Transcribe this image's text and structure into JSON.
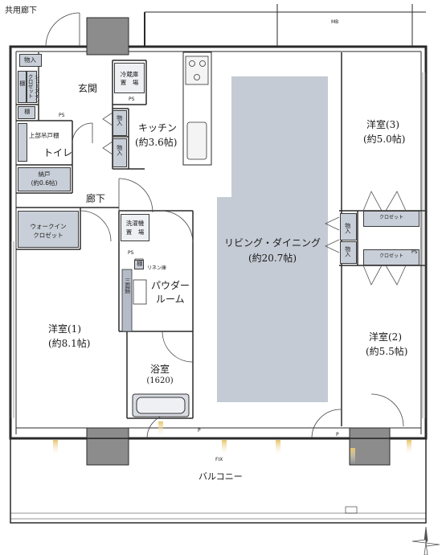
{
  "labels": {
    "corridor_common": "共用廊下",
    "mb": "MB",
    "genkan": "玄関",
    "kitchen": "キッチン",
    "kitchen_size": "(約3.6帖)",
    "toilet": "トイレ",
    "nando": "納戸",
    "nando_size": "(約0.6帖)",
    "roka": "廊下",
    "walkin_1": "ウォークイン",
    "walkin_2": "クロゼット",
    "living": "リビング・ダイニング",
    "living_size": "(約20.7帖)",
    "washer_1": "洗濯機",
    "washer_2": "置　場",
    "linen": "リネン庫",
    "powder_1": "パウダー",
    "powder_2": "ルーム",
    "bath": "浴室",
    "bath_size": "(1620)",
    "room1": "洋室(1)",
    "room1_size": "(約8.1帖)",
    "room2": "洋室(2)",
    "room2_size": "(約5.5帖)",
    "room3": "洋室(3)",
    "room3_size": "(約5.0帖)",
    "balcony": "バルコニー",
    "fix": "FIX",
    "fridge_1": "冷蔵庫",
    "fridge_2": "置　場",
    "upper_shelf": "上部吊戸棚",
    "shelf": "棚",
    "shoes_closet": "シューズイン\nクロゼット",
    "mono": "物入",
    "closet": "クロゼット",
    "ps": "PS",
    "p": "P",
    "mirror_cabinet": "三面鏡"
  }
}
